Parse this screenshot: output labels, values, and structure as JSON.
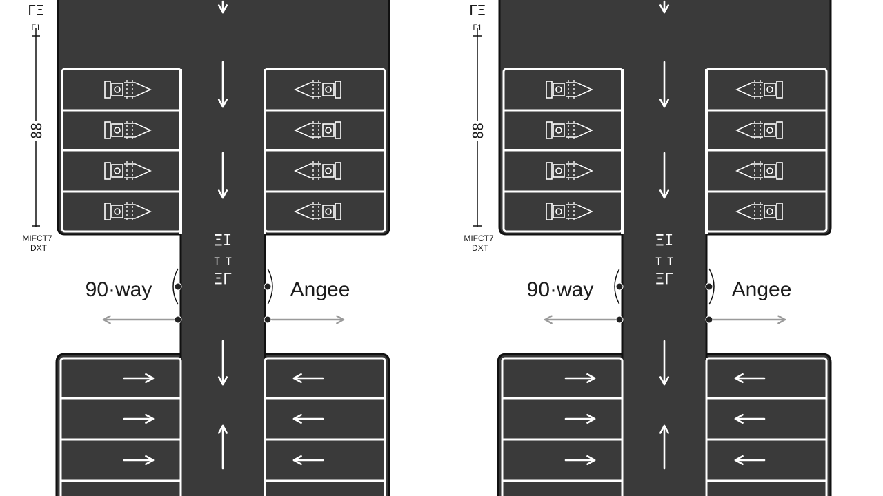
{
  "colors": {
    "asphalt": "#3a3a3a",
    "marking": "#ffffff",
    "outline": "#111111",
    "guide_arrow": "#9a9a9a",
    "background": "#ffffff"
  },
  "panels": [
    {
      "id": "left",
      "labels": {
        "left_way": "90·way",
        "right_way": "Angee",
        "side_top": "ΓΞ",
        "side_top2": "Γ1",
        "side_mid": "88",
        "side_note_1": "MIFCT7",
        "side_note_2": "DXT",
        "road_glyph_1": "ΞI",
        "road_glyph_2": "T T",
        "road_glyph_3": "ΞΓ"
      }
    },
    {
      "id": "right",
      "labels": {
        "left_way": "90·way",
        "right_way": "Angee",
        "side_top": "ΓΞ",
        "side_top2": "Γ1",
        "side_mid": "88",
        "side_note_1": "MIFCT7",
        "side_note_2": "DXT",
        "road_glyph_1": "ΞI",
        "road_glyph_2": "T T",
        "road_glyph_3": "ΞΓ"
      }
    }
  ],
  "angled_stalls": {
    "left_row_icon": "angled-stall-right-icon",
    "right_row_icon": "angled-stall-left-icon",
    "rows": 4
  },
  "straight_stalls": {
    "left_row_arrow": "arrow-right-icon",
    "right_row_arrow": "arrow-left-icon",
    "rows": 4
  },
  "road_arrows": [
    "arrow-down-icon",
    "arrow-down-icon",
    "arrow-down-icon",
    "arrow-down-icon",
    "arrow-up-icon"
  ]
}
